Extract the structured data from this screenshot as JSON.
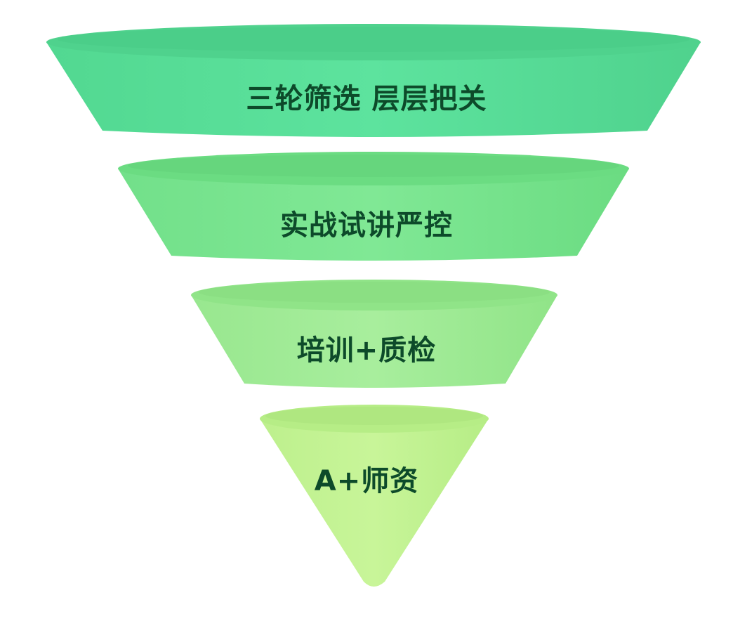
{
  "funnel": {
    "stages": [
      {
        "label": "三轮筛选 层层把关",
        "color_top": "#4fd28d",
        "color_body": "#59de9a",
        "color_edge": "#48c985"
      },
      {
        "label": "实战试讲严控",
        "color_top": "#6bdc82",
        "color_body": "#7ae48f",
        "color_edge": "#62d27a"
      },
      {
        "label": "培训+质检",
        "color_top": "#90e488",
        "color_body": "#a2ec98",
        "color_edge": "#86db7f"
      },
      {
        "label": "A+师资",
        "color_top": "#b6ed86",
        "color_body": "#c4f494",
        "color_edge": "#a9e27b"
      }
    ],
    "text_color": "#0d4a2a"
  }
}
